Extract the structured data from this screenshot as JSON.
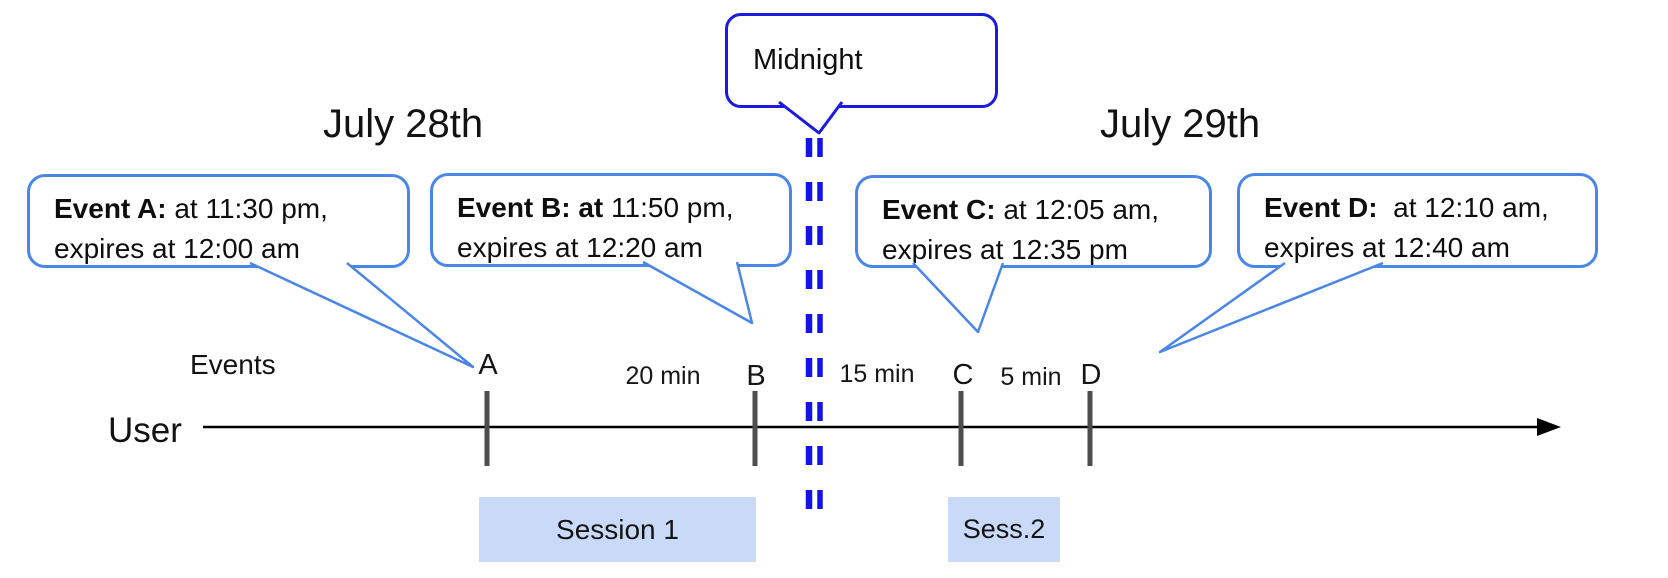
{
  "diagram": {
    "dates": {
      "left": "July 28th",
      "right": "July 29th"
    },
    "midnight_label": "Midnight",
    "axis": {
      "events_label": "Events",
      "user_label": "User"
    },
    "callouts": [
      {
        "title": "Event A:",
        "detail": " at 11:30 pm,",
        "line2": "expires at 12:00 am"
      },
      {
        "title": "Event B: at",
        "detail": " 11:50 pm,",
        "line2": "expires at 12:20 am"
      },
      {
        "title": "Event C:",
        "detail": " at 12:05 am,",
        "line2": "expires at 12:35 pm"
      },
      {
        "title": "Event D:",
        "detail": "  at 12:10 am,",
        "line2": "expires at 12:40 am"
      }
    ],
    "tick_labels": {
      "a": "A",
      "b": "B",
      "c": "C",
      "d": "D"
    },
    "intervals": {
      "ab": "20 min",
      "bc": "15 min",
      "cd": "5 min"
    },
    "sessions": {
      "s1": "Session 1",
      "s2": "Sess.2"
    },
    "colors": {
      "callout_border": "#4a86e8",
      "midnight_border": "#1b1be0",
      "dashed_line": "#1414e8",
      "session_fill": "#c9daf8",
      "timeline": "#000000",
      "tick": "#4d4d4d"
    }
  }
}
